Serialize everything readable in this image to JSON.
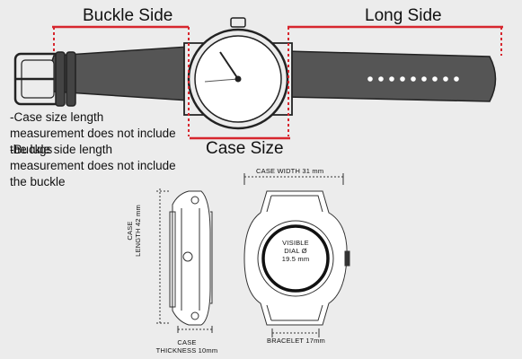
{
  "labels": {
    "buckle_side": "Buckle Side",
    "long_side": "Long Side",
    "case_size": "Case Size"
  },
  "notes": [
    "-Case size length measurement does not include the lugs",
    "-Buckle side length measurement does not include the buckle"
  ],
  "dimensions": {
    "case_width": "CASE WIDTH  31 mm",
    "case_length_line1": "CASE",
    "case_length_line2": "LENGTH 42 mm",
    "visible_dial_line1": "VISIBLE",
    "visible_dial_line2": "DIAL Ø",
    "visible_dial_line3": "19.5 mm",
    "case_thickness_line1": "CASE",
    "case_thickness_line2": "THICKNESS 10mm",
    "bracelet": "BRACELET 17mm"
  },
  "colors": {
    "accent_red": "#d7262e",
    "strap": "#555555",
    "outline": "#222222",
    "background": "#ececec"
  }
}
